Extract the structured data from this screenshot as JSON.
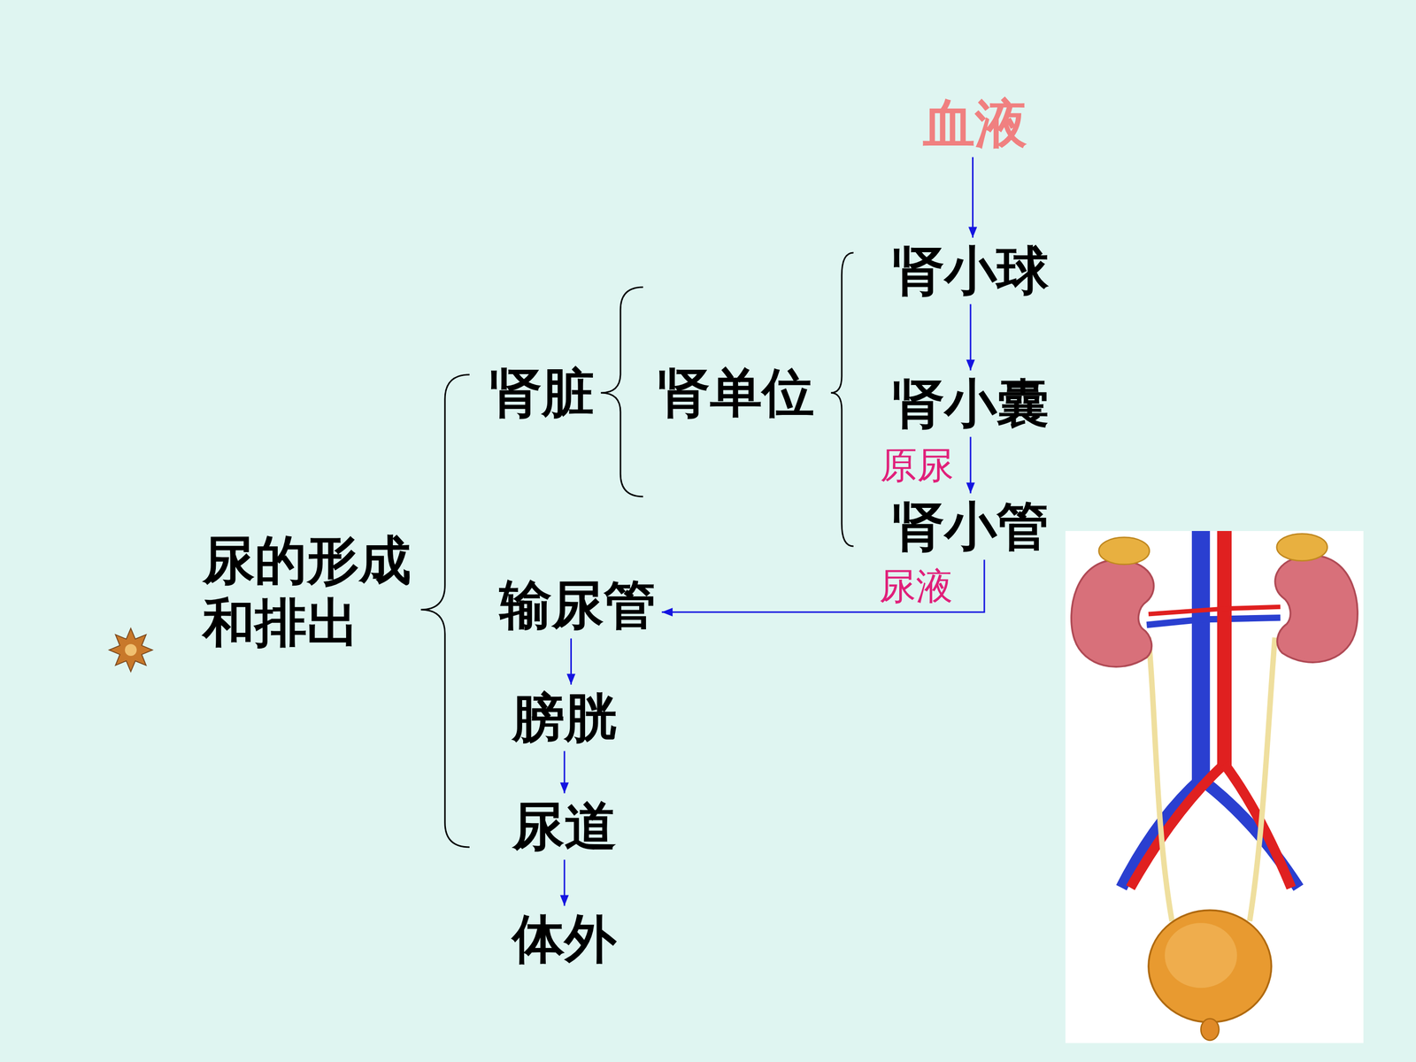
{
  "diagram": {
    "nodes": [
      {
        "text": [
          "尿的形成 和排出"
        ]
      },
      {
        "text": [
          "肾脏"
        ]
      },
      {
        "text": [
          "肾单位"
        ]
      },
      {
        "text": [
          "血液"
        ]
      },
      {
        "text": [
          "肾小球"
        ]
      },
      {
        "text": [
          "肾小囊"
        ]
      },
      {
        "text": [
          "肾小管"
        ]
      },
      {
        "text": [
          "输尿管"
        ]
      },
      {
        "text": [
          "膀胱"
        ]
      },
      {
        "text": [
          "尿道"
        ]
      },
      {
        "text": [
          "体外"
        ]
      }
    ],
    "edges": [
      {
        "from": 3,
        "to": 4,
        "arrow": "to"
      },
      {
        "from": 4,
        "to": 5,
        "arrow": "to"
      },
      {
        "from": 5,
        "to": 6,
        "label": "原尿",
        "arrow": "to"
      },
      {
        "from": 6,
        "to": 7,
        "label": "尿液",
        "arrow": "to"
      },
      {
        "from": 7,
        "to": 8,
        "arrow": "to"
      },
      {
        "from": 8,
        "to": 9,
        "arrow": "to"
      },
      {
        "from": 9,
        "to": 10,
        "arrow": "to"
      }
    ]
  }
}
